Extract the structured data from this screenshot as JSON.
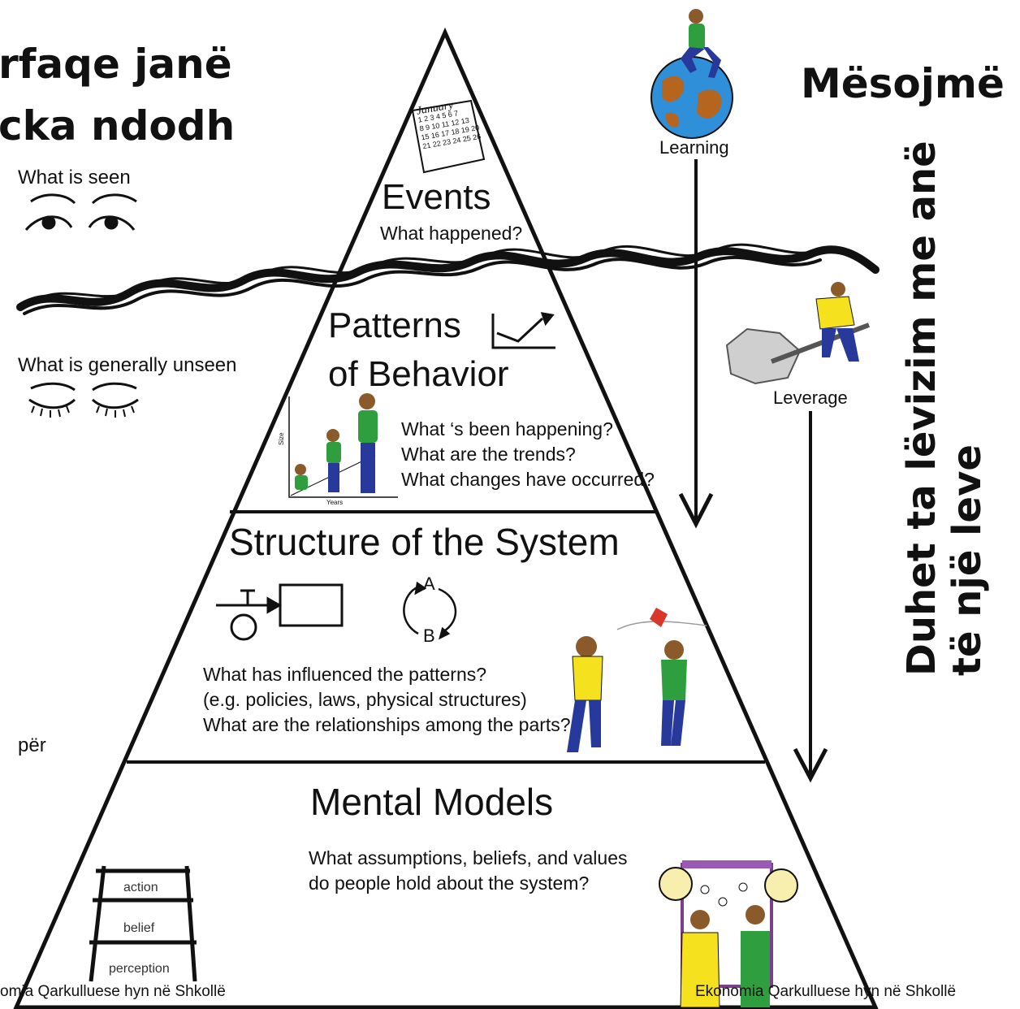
{
  "left_heading": {
    "line1": "rfaqe janë",
    "line2": "cka ndodh"
  },
  "right_heading": "Mësojmë",
  "vertical_text": {
    "line1": "Duhet ta lëvizim me anë",
    "line2": "të një leve"
  },
  "left_notes": {
    "seen": "What is seen",
    "unseen": "What is generally unseen",
    "fragment": "për"
  },
  "side_icons": {
    "learning": "Learning",
    "leverage": "Leverage"
  },
  "levels": {
    "events": {
      "title": "Events",
      "question": "What happened?",
      "calendar": {
        "month": "January",
        "rows": [
          "1 2 3 4 5 6 7",
          "8 9 10 11 12 13",
          "15 16 17 18 19 20",
          "21 22 23 24 25 26"
        ]
      }
    },
    "patterns": {
      "title_line1": "Patterns",
      "title_line2": "of Behavior",
      "questions": [
        "What ‘s been happening?",
        "What are the trends?",
        "What changes have occurred?"
      ],
      "axis_y": "Size",
      "axis_x": "Years"
    },
    "structure": {
      "title": "Structure of the System",
      "loop_a": "A",
      "loop_b": "B",
      "questions": [
        "What has influenced the patterns?",
        "(e.g. policies, laws, physical structures)",
        "What are the relationships among the parts?"
      ]
    },
    "mental": {
      "title": "Mental Models",
      "questions": [
        "What assumptions, beliefs, and values",
        "do people hold about the system?"
      ],
      "ladder": [
        "action",
        "belief",
        "perception"
      ]
    }
  },
  "footer": {
    "left": "omia Qarkulluese hyn në Shkollë",
    "right": "Ekonomia Qarkulluese hyn në Shkollë"
  },
  "colors": {
    "line": "#111111",
    "yellow_shirt": "#f5e11e",
    "green_shirt": "#2f9e3e",
    "jeans": "#27399a",
    "skin": "#8a5a2b",
    "ocean": "#2f8fd8"
  }
}
